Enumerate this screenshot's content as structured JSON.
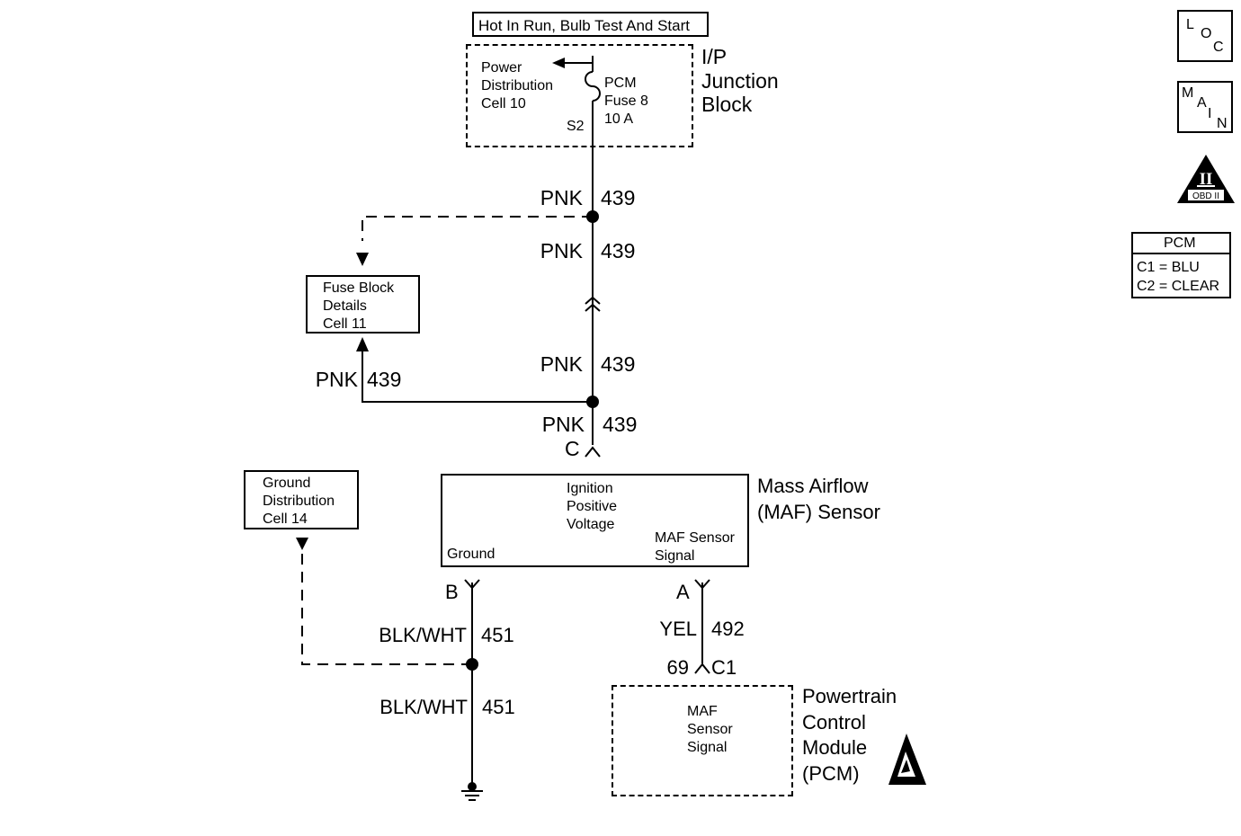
{
  "top_label": "Hot In Run, Bulb Test And Start",
  "junction_block": {
    "title": "I/P\nJunction\nBlock",
    "power_distribution_ref": "Power\nDistribution\nCell 10",
    "fuse_label": "PCM\nFuse 8\n10 A",
    "splice": "S2"
  },
  "wires": [
    {
      "color": "PNK",
      "circuit": "439"
    },
    {
      "color": "PNK",
      "circuit": "439"
    },
    {
      "color": "PNK",
      "circuit": "439"
    },
    {
      "color": "PNK",
      "circuit": "439"
    },
    {
      "color": "PNK",
      "circuit": "439"
    },
    {
      "color": "BLK/WHT",
      "circuit": "451"
    },
    {
      "color": "BLK/WHT",
      "circuit": "451"
    },
    {
      "color": "YEL",
      "circuit": "492"
    }
  ],
  "fuse_block_ref": "Fuse Block\nDetails\nCell 11",
  "ground_distribution_ref": "Ground\nDistribution\nCell 14",
  "maf_sensor": {
    "title": "Mass Airflow\n(MAF) Sensor",
    "ignition_label": "Ignition\nPositive\nVoltage",
    "ground_label": "Ground",
    "signal_label": "MAF Sensor\nSignal",
    "pin_c": "C",
    "pin_b": "B",
    "pin_a": "A"
  },
  "pcm": {
    "title": "Powertrain\nControl\nModule\n(PCM)",
    "signal_label": "MAF\nSensor\nSignal",
    "pin_number": "69",
    "connector": "C1"
  },
  "side_icons": {
    "loc": [
      "L",
      "O",
      "C"
    ],
    "main": [
      "M",
      "A",
      "I",
      "N"
    ],
    "obd_roman": "II",
    "obd_label": "OBD II"
  },
  "pcm_connector_legend": {
    "title": "PCM",
    "rows": [
      "C1 = BLU",
      "C2 = CLEAR"
    ]
  }
}
